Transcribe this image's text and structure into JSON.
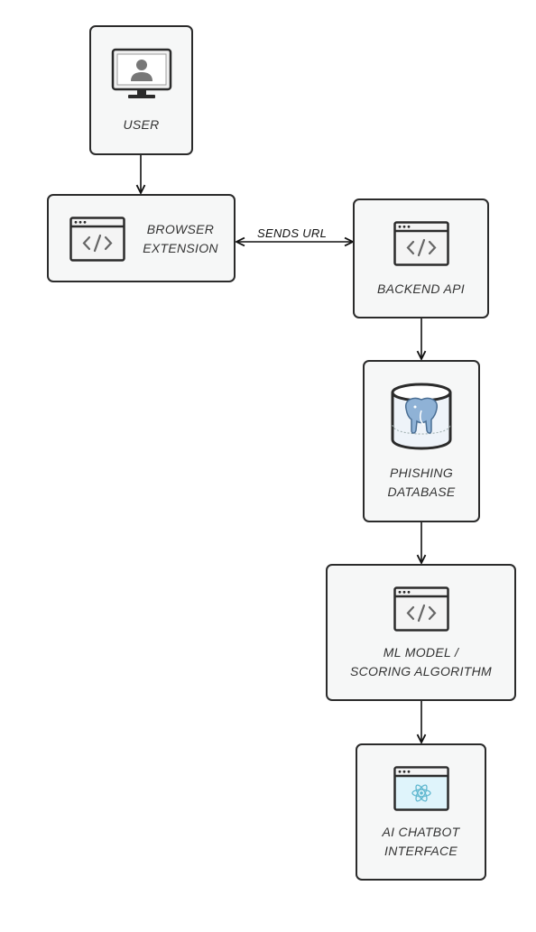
{
  "nodes": {
    "user": {
      "label": "USER",
      "icon": "monitor-user-icon"
    },
    "browser_extension": {
      "label": "BROWSER\nEXTENSION",
      "icon": "code-window-icon"
    },
    "backend_api": {
      "label": "BACKEND API",
      "icon": "code-window-icon"
    },
    "phishing_database": {
      "label": "PHISHING\nDATABASE",
      "icon": "postgres-database-icon"
    },
    "ml_model": {
      "label": "ML MODEL /\nSCORING ALGORITHM",
      "icon": "code-window-icon"
    },
    "ai_chatbot": {
      "label": "AI CHATBOT\nINTERFACE",
      "icon": "react-window-icon"
    }
  },
  "edges": [
    {
      "from": "user",
      "to": "browser_extension",
      "label": ""
    },
    {
      "from": "browser_extension",
      "to": "backend_api",
      "label": "SENDS URL",
      "bidirectional": true
    },
    {
      "from": "backend_api",
      "to": "phishing_database",
      "label": ""
    },
    {
      "from": "phishing_database",
      "to": "ml_model",
      "label": ""
    },
    {
      "from": "ml_model",
      "to": "ai_chatbot",
      "label": ""
    }
  ],
  "colors": {
    "stroke": "#2b2b2b",
    "node_fill": "#f6f7f7",
    "react_screen": "#dff4fb",
    "react_logo": "#5fb7cf",
    "db_elephant": "#8fb2d6"
  }
}
